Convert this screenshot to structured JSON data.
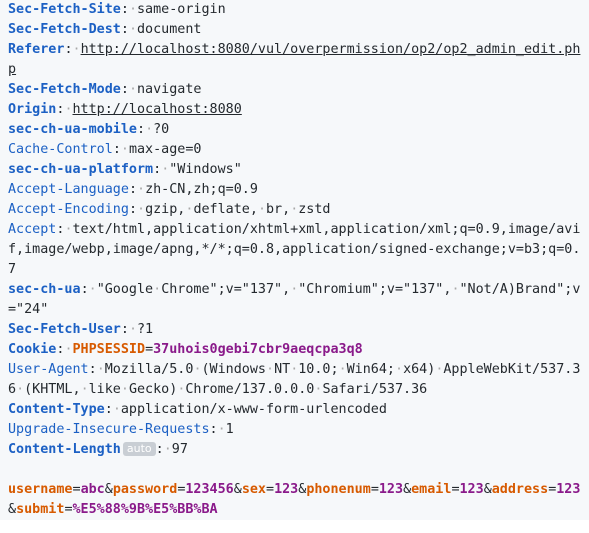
{
  "request": {
    "headers": [
      {
        "key": "Sec-Fetch-Site",
        "value": "same-origin",
        "style": "bold"
      },
      {
        "key": "Sec-Fetch-Dest",
        "value": "document",
        "style": "bold"
      },
      {
        "key": "Referer",
        "value": "http://localhost:8080/vul/overpermission/op2/op2_admin_edit.php",
        "style": "bold",
        "link": true
      },
      {
        "key": "Sec-Fetch-Mode",
        "value": "navigate",
        "style": "bold"
      },
      {
        "key": "Origin",
        "value": "http://localhost:8080",
        "style": "bold",
        "link": true
      },
      {
        "key": "sec-ch-ua-mobile",
        "value": "?0",
        "style": "bold"
      },
      {
        "key": "Cache-Control",
        "value": "max-age=0",
        "style": "normal"
      },
      {
        "key": "sec-ch-ua-platform",
        "value": "\"Windows\"",
        "style": "bold"
      },
      {
        "key": "Accept-Language",
        "value": "zh-CN,zh;q=0.9",
        "style": "normal"
      },
      {
        "key": "Accept-Encoding",
        "value": "gzip, deflate, br, zstd",
        "style": "normal"
      },
      {
        "key": "Accept",
        "value": "text/html,application/xhtml+xml,application/xml;q=0.9,image/avif,image/webp,image/apng,*/*;q=0.8,application/signed-exchange;v=b3;q=0.7",
        "style": "normal"
      },
      {
        "key": "sec-ch-ua",
        "value": "\"Google Chrome\";v=\"137\", \"Chromium\";v=\"137\", \"Not/A)Brand\";v=\"24\"",
        "style": "bold"
      },
      {
        "key": "Sec-Fetch-User",
        "value": "?1",
        "style": "bold"
      },
      {
        "key": "Cookie",
        "cookie_name": "PHPSESSID",
        "cookie_value": "37uhois0gebi7cbr9aeqcpa3q8",
        "style": "bold"
      },
      {
        "key": "User-Agent",
        "value": "Mozilla/5.0 (Windows NT 10.0; Win64; x64) AppleWebKit/537.36 (KHTML, like Gecko) Chrome/137.0.0.0 Safari/537.36",
        "style": "normal"
      },
      {
        "key": "Content-Type",
        "value": "application/x-www-form-urlencoded",
        "style": "bold"
      },
      {
        "key": "Upgrade-Insecure-Requests",
        "value": "1",
        "style": "normal"
      },
      {
        "key": "Content-Length",
        "value": "97",
        "badge": "auto",
        "style": "bold"
      }
    ],
    "body": [
      {
        "name": "username",
        "value": "abc"
      },
      {
        "name": "password",
        "value": "123456"
      },
      {
        "name": "sex",
        "value": "123"
      },
      {
        "name": "phonenum",
        "value": "123"
      },
      {
        "name": "email",
        "value": "123"
      },
      {
        "name": "address",
        "value": "123"
      },
      {
        "name": "submit",
        "value": "%E5%88%9B%E5%BB%BA"
      }
    ]
  },
  "colors": {
    "header_key": "#1c60c4",
    "cookie_name": "#d75a00",
    "param_value": "#8a1a8a",
    "background": "#f6f8fa"
  }
}
